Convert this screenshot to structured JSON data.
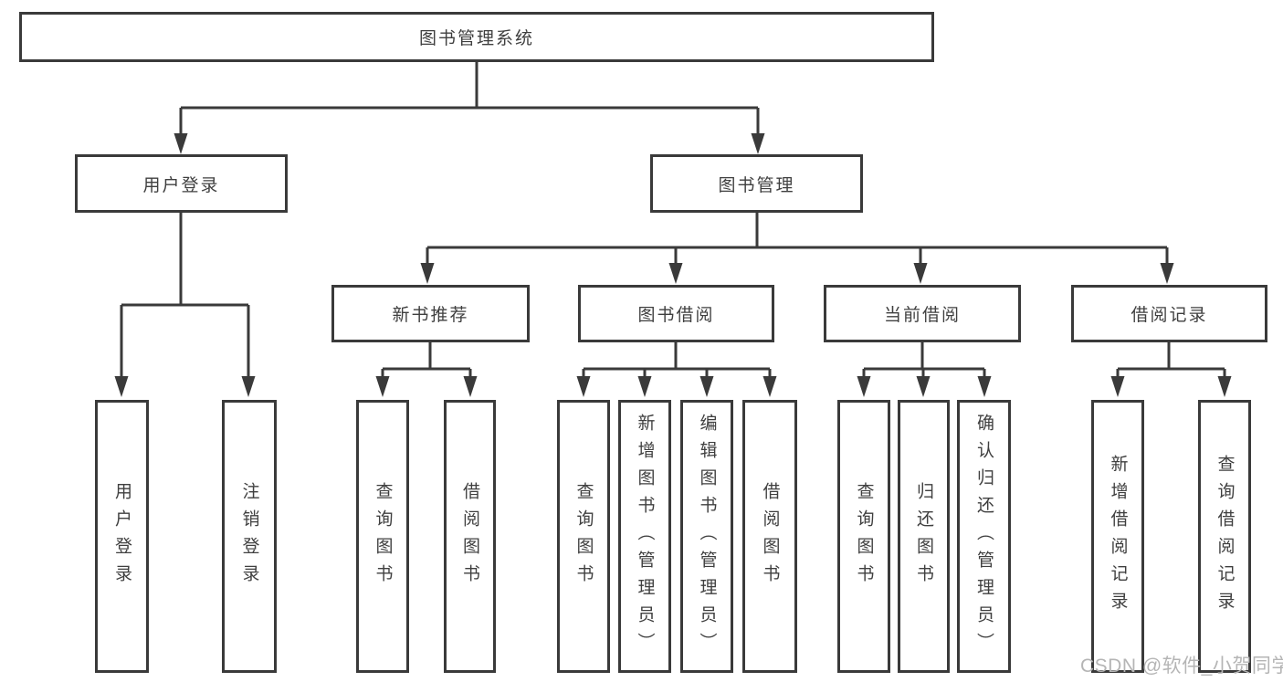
{
  "colors": {
    "line": "#3a3a3a",
    "text": "#3f3f3f",
    "watermark": "#b5b5b5",
    "background": "#ffffff"
  },
  "watermark": {
    "text": "CSDN @软件_小贺同学"
  },
  "nodes": {
    "root": {
      "label": "图书管理系统"
    },
    "user_login": {
      "label": "用户登录"
    },
    "book_mgmt": {
      "label": "图书管理"
    },
    "new_book_rec": {
      "label": "新书推荐"
    },
    "book_borrow": {
      "label": "图书借阅"
    },
    "current_borrow": {
      "label": "当前借阅"
    },
    "borrow_records": {
      "label": "借阅记录"
    },
    "leaves": {
      "user_login_children": [
        {
          "label": "用户登录"
        },
        {
          "label": "注销登录"
        }
      ],
      "new_book_rec_children": [
        {
          "label": "查询图书"
        },
        {
          "label": "借阅图书"
        }
      ],
      "book_borrow_children": [
        {
          "label": "查询图书"
        },
        {
          "label": "新增图书（管理员）"
        },
        {
          "label": "编辑图书（管理员）"
        },
        {
          "label": "借阅图书"
        }
      ],
      "current_borrow_children": [
        {
          "label": "查询图书"
        },
        {
          "label": "归还图书"
        },
        {
          "label": "确认归还（管理员）"
        }
      ],
      "borrow_records_children": [
        {
          "label": "新增借阅记录"
        },
        {
          "label": "查询借阅记录"
        }
      ]
    }
  }
}
